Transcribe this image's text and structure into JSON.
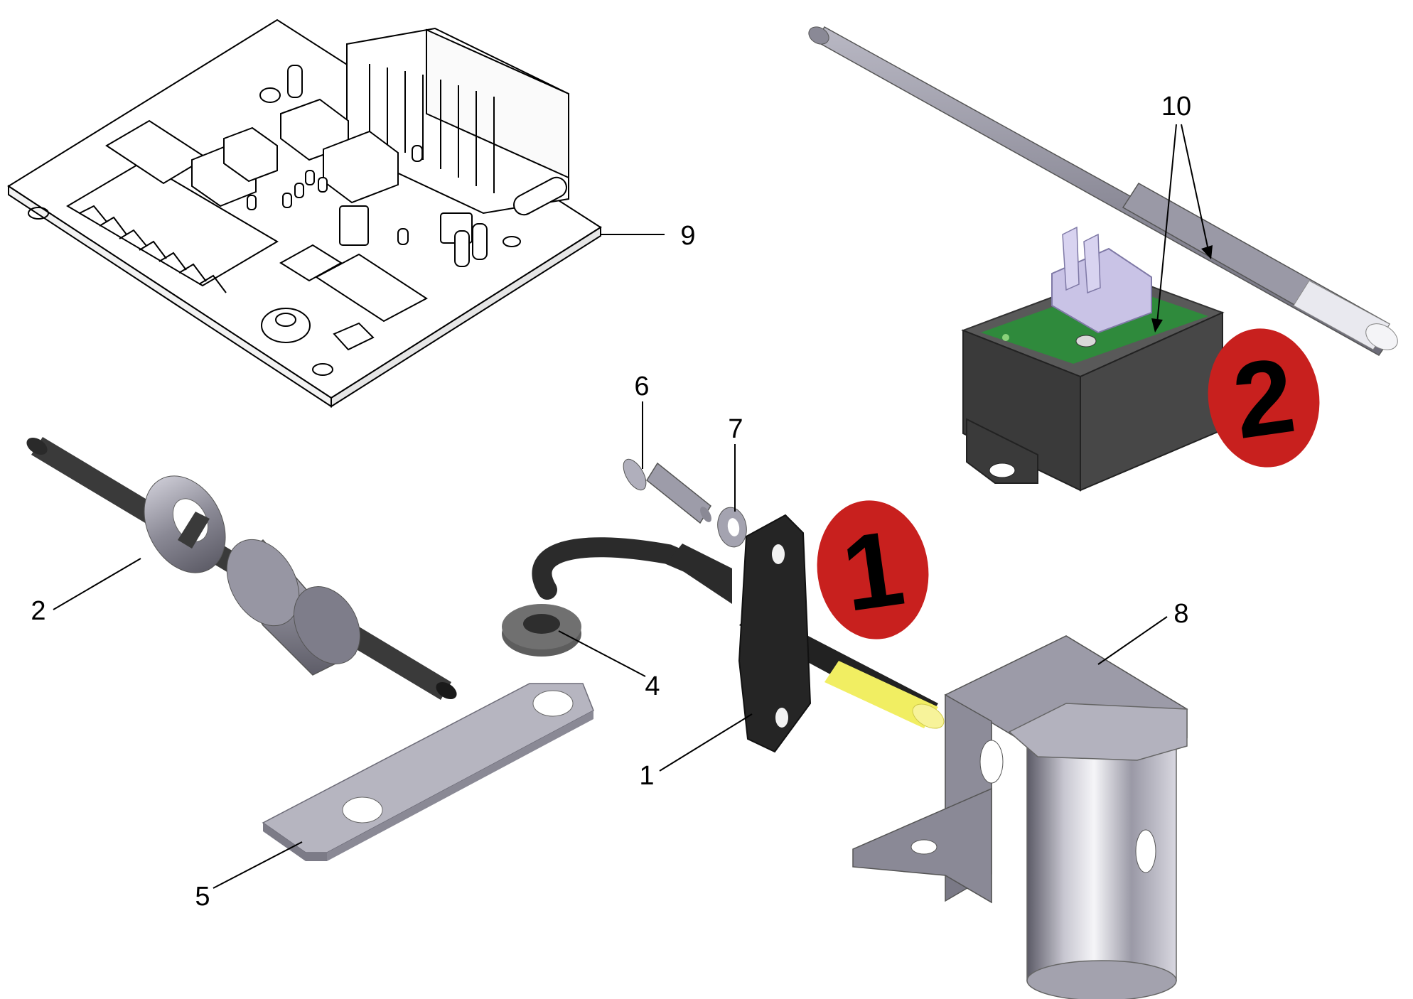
{
  "badges": [
    {
      "id": "badge-1",
      "label": "1"
    },
    {
      "id": "badge-2",
      "label": "2"
    }
  ],
  "callouts": [
    {
      "id": "c1",
      "label": "1"
    },
    {
      "id": "c2",
      "label": "2"
    },
    {
      "id": "c4",
      "label": "4"
    },
    {
      "id": "c5",
      "label": "5"
    },
    {
      "id": "c6",
      "label": "6"
    },
    {
      "id": "c7",
      "label": "7"
    },
    {
      "id": "c8",
      "label": "8"
    },
    {
      "id": "c9",
      "label": "9"
    },
    {
      "id": "c10",
      "label": "10"
    }
  ],
  "colors": {
    "badge_red": "#c8201e",
    "cable_black": "#2b2b2b",
    "metal_gray": "#8e8d99",
    "pcb_green": "#2f8a3c",
    "housing_dark": "#3b3b3b",
    "connector_lilac": "#c9c3e6",
    "sensor_tip_yellow": "#f1ee62"
  }
}
